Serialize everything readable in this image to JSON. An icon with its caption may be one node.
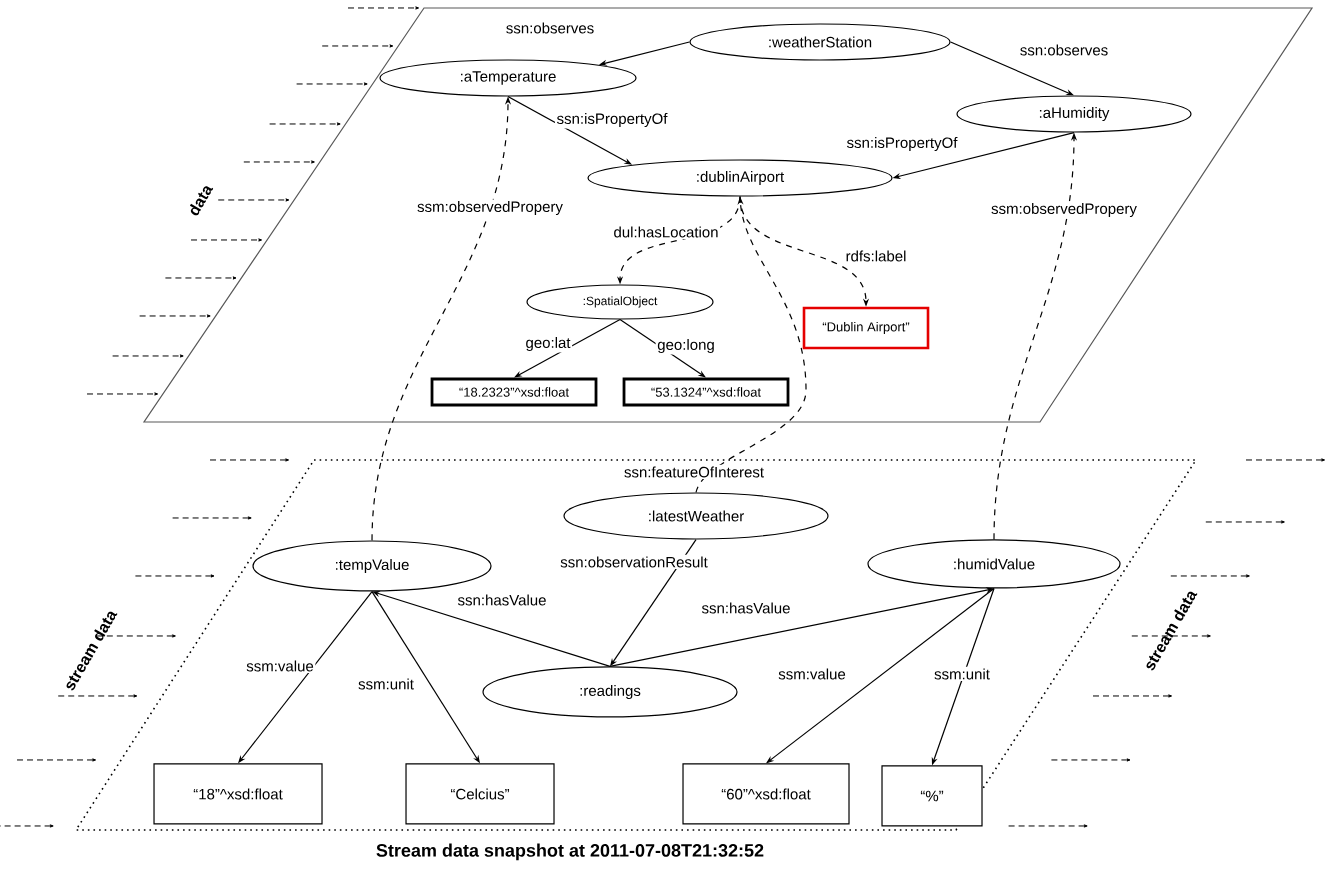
{
  "diagram": {
    "caption": "Stream data snapshot at 2011-07-08T21:32:52",
    "nodes": [
      {
        "text": [
          ":weatherStation"
        ]
      },
      {
        "text": [
          ":aTemperature"
        ]
      },
      {
        "text": [
          ":aHumidity"
        ]
      },
      {
        "text": [
          ":dublinAirport"
        ]
      },
      {
        "text": [
          ":SpatialObject"
        ]
      },
      {
        "text": [
          "“Dublin Airport”"
        ]
      },
      {
        "text": [
          "“18.2323”^xsd:float"
        ]
      },
      {
        "text": [
          "“53.1324”^xsd:float"
        ]
      },
      {
        "text": [
          ":latestWeather"
        ]
      },
      {
        "text": [
          ":tempValue"
        ]
      },
      {
        "text": [
          ":humidValue"
        ]
      },
      {
        "text": [
          ":readings"
        ]
      },
      {
        "text": [
          "“18”^xsd:float"
        ]
      },
      {
        "text": [
          "“Celcius”"
        ]
      },
      {
        "text": [
          "“60”^xsd:float"
        ]
      },
      {
        "text": [
          "“%”"
        ]
      }
    ],
    "edges": [
      {
        "from": 0,
        "to": 1,
        "arrow": "to",
        "label": "ssn:observes"
      },
      {
        "from": 0,
        "to": 2,
        "arrow": "to",
        "label": "ssn:observes"
      },
      {
        "from": 1,
        "to": 3,
        "arrow": "to",
        "label": "ssn:isPropertyOf"
      },
      {
        "from": 2,
        "to": 3,
        "arrow": "to",
        "label": "ssn:isPropertyOf"
      },
      {
        "from": 3,
        "to": 4,
        "arrow": "to",
        "label": "dul:hasLocation",
        "style": "dashed"
      },
      {
        "from": 3,
        "to": 5,
        "arrow": "to",
        "label": "rdfs:label",
        "style": "dashed"
      },
      {
        "from": 4,
        "to": 6,
        "arrow": "to",
        "label": "geo:lat"
      },
      {
        "from": 4,
        "to": 7,
        "arrow": "to",
        "label": "geo:long"
      },
      {
        "from": 9,
        "to": 1,
        "arrow": "to",
        "label": "ssm:observedPropery",
        "style": "dashed"
      },
      {
        "from": 10,
        "to": 2,
        "arrow": "to",
        "label": "ssm:observedPropery",
        "style": "dashed"
      },
      {
        "from": 8,
        "to": 3,
        "arrow": "to",
        "label": "ssn:featureOfInterest",
        "style": "dashed"
      },
      {
        "from": 8,
        "to": 11,
        "arrow": "to",
        "label": "ssn:observationResult"
      },
      {
        "from": 11,
        "to": 9,
        "arrow": "to",
        "label": "ssn:hasValue"
      },
      {
        "from": 11,
        "to": 10,
        "arrow": "to",
        "label": "ssn:hasValue"
      },
      {
        "from": 9,
        "to": 12,
        "arrow": "to",
        "label": "ssm:value"
      },
      {
        "from": 9,
        "to": 13,
        "arrow": "to",
        "label": "ssm:unit"
      },
      {
        "from": 10,
        "to": 14,
        "arrow": "to",
        "label": "ssm:value"
      },
      {
        "from": 10,
        "to": 15,
        "arrow": "to",
        "label": "ssm:unit"
      }
    ],
    "labels": [
      "data",
      "stream data",
      "stream data"
    ]
  }
}
